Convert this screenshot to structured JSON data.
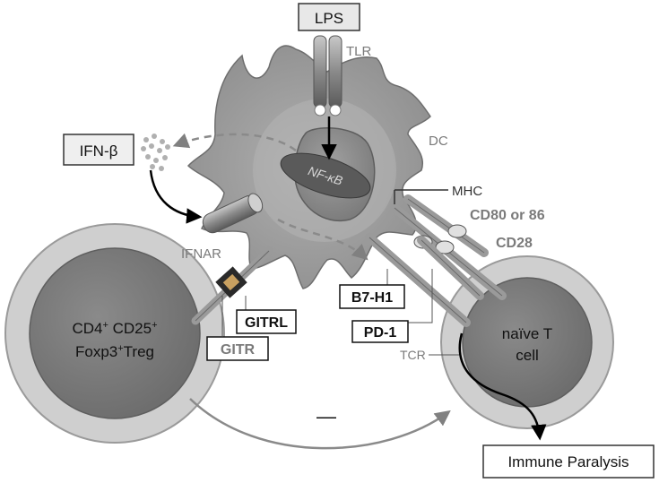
{
  "labels": {
    "lps": "LPS",
    "tlr": "TLR",
    "dc": "DC",
    "nfkb": "NF-κB",
    "ifnb": "IFN-β",
    "ifnar": "IFNAR",
    "mhc": "MHC",
    "cd80_86": "CD80 or 86",
    "cd28": "CD28",
    "b7h1": "B7-H1",
    "gitrl": "GITRL",
    "gitr": "GITR",
    "pd1": "PD-1",
    "tcr": "TCR",
    "treg": {
      "cd4": "CD4",
      "plus1": "+",
      "cd25": " CD25",
      "plus2": "+",
      "foxp3": "Foxp3",
      "plus3": "+",
      "treg": "Treg"
    },
    "naive_t": {
      "line1": "naïve T",
      "line2": "cell"
    },
    "minus": "—",
    "immune_paralysis": "Immune Paralysis"
  },
  "colors": {
    "dc_body": "#9a9a9a",
    "dc_inner": "#a8a8a8",
    "nucleus": "#8c8c8c",
    "nfkb": "#5a5a5a",
    "cell_outer": "#c8c8c8",
    "cell_inner": "#7a7a7a",
    "text_gray": "#7a7a7a",
    "line_dark": "#000000"
  }
}
